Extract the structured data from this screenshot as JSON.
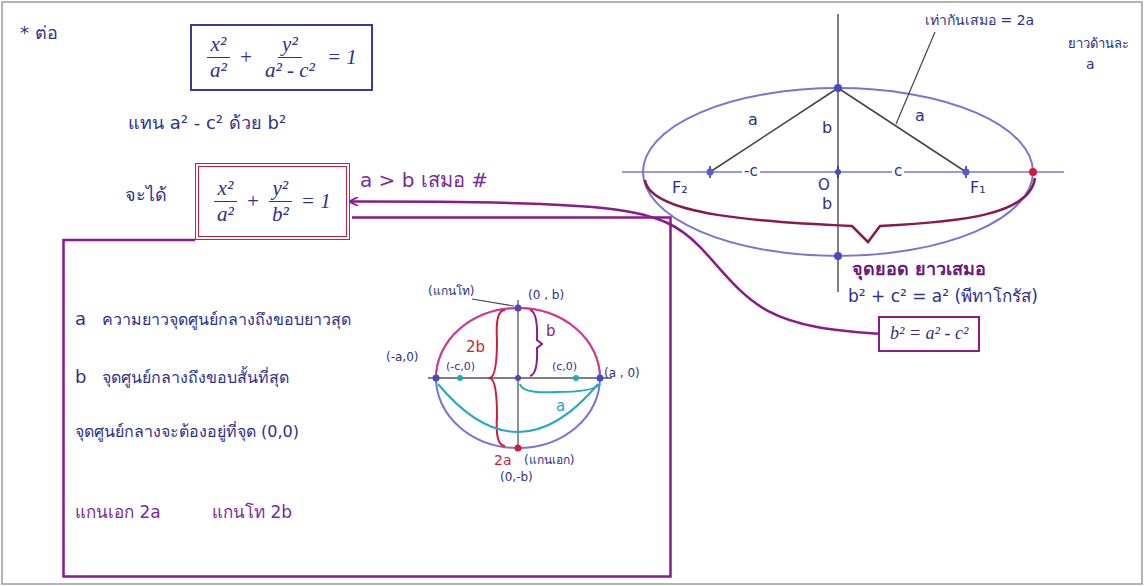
{
  "diagram": {
    "nodes": [
      {
        "text": [
          "x²",
          "a²",
          "+",
          "y²",
          "a² - c²",
          "= 1"
        ]
      },
      {
        "text": [
          "x²",
          "a²",
          "+",
          "y²",
          "b²",
          "= 1"
        ]
      },
      {
        "text": [
          "a",
          "ความยาวจุดศูนย์กลางถึงขอบยาวสุด",
          "b",
          "จุดศูนย์กลางถึงขอบสั้นที่สุด",
          "จุดศูนย์กลางจะต้องอยู่ที่จุด (0,0)",
          "แกนเอก 2a",
          "แกนโท 2b"
        ]
      },
      {
        "text": [
          "b² = a² - c²"
        ]
      }
    ],
    "edges": [
      {
        "from": 3,
        "to": 1,
        "arrow": "to"
      }
    ],
    "labels": [
      "* ต่อ",
      "แทน a² - c² ด้วย b²",
      "จะได้",
      "a > b เสมอ #",
      "เท่ากันเสมอ = 2a",
      "ยาวด้านละ",
      "a",
      "a",
      "a",
      "b",
      "b",
      "F₂",
      "-c",
      "O",
      "c",
      "F₁",
      "จุดยอด ยาวเสมอ",
      "b² + c² = a² (พีทาโกรัส)",
      "(แกนโท)",
      "(0 , b)",
      "2b",
      "b",
      "(-a,0)",
      "(-c,0)",
      "(c,0)",
      "(a , 0)",
      "a",
      "2a",
      "(แกนเอก)",
      "(0,-b)"
    ]
  }
}
